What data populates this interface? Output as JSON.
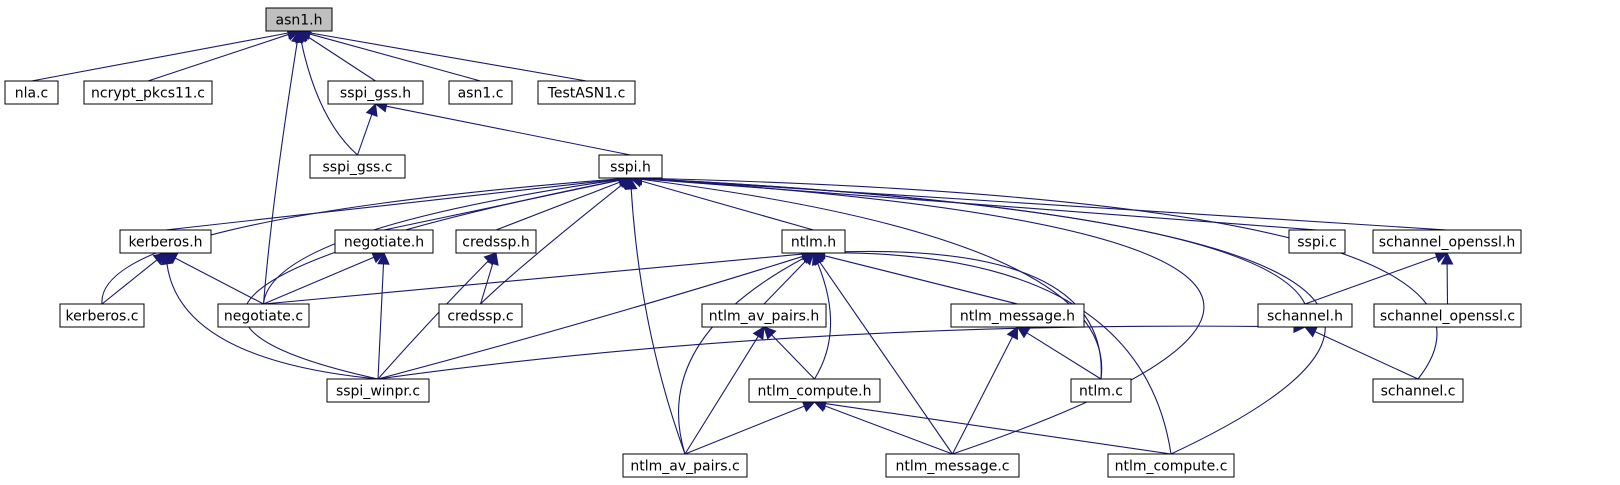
{
  "graph": {
    "nodes": [
      {
        "id": "asn1_h",
        "label": "asn1.h",
        "root": true
      },
      {
        "id": "nla_c",
        "label": "nla.c"
      },
      {
        "id": "ncrypt_c",
        "label": "ncrypt_pkcs11.c"
      },
      {
        "id": "sspi_gss_h",
        "label": "sspi_gss.h"
      },
      {
        "id": "asn1_c",
        "label": "asn1.c"
      },
      {
        "id": "testasn1_c",
        "label": "TestASN1.c"
      },
      {
        "id": "sspi_gss_c",
        "label": "sspi_gss.c"
      },
      {
        "id": "sspi_h",
        "label": "sspi.h"
      },
      {
        "id": "kerberos_h",
        "label": "kerberos.h"
      },
      {
        "id": "negotiate_h",
        "label": "negotiate.h"
      },
      {
        "id": "credssp_h",
        "label": "credssp.h"
      },
      {
        "id": "ntlm_h",
        "label": "ntlm.h"
      },
      {
        "id": "sspi_c",
        "label": "sspi.c"
      },
      {
        "id": "schannel_openssl_h",
        "label": "schannel_openssl.h"
      },
      {
        "id": "kerberos_c",
        "label": "kerberos.c"
      },
      {
        "id": "negotiate_c",
        "label": "negotiate.c"
      },
      {
        "id": "credssp_c",
        "label": "credssp.c"
      },
      {
        "id": "ntlm_av_pairs_h",
        "label": "ntlm_av_pairs.h"
      },
      {
        "id": "ntlm_message_h",
        "label": "ntlm_message.h"
      },
      {
        "id": "schannel_h",
        "label": "schannel.h"
      },
      {
        "id": "schannel_openssl_c",
        "label": "schannel_openssl.c"
      },
      {
        "id": "sspi_winpr_c",
        "label": "sspi_winpr.c"
      },
      {
        "id": "ntlm_compute_h",
        "label": "ntlm_compute.h"
      },
      {
        "id": "ntlm_c",
        "label": "ntlm.c"
      },
      {
        "id": "schannel_c",
        "label": "schannel.c"
      },
      {
        "id": "ntlm_av_pairs_c",
        "label": "ntlm_av_pairs.c"
      },
      {
        "id": "ntlm_message_c",
        "label": "ntlm_message.c"
      },
      {
        "id": "ntlm_compute_c",
        "label": "ntlm_compute.c"
      }
    ],
    "edges": [
      {
        "from": "asn1_h",
        "to": "nla_c"
      },
      {
        "from": "asn1_h",
        "to": "ncrypt_c"
      },
      {
        "from": "asn1_h",
        "to": "sspi_gss_h"
      },
      {
        "from": "asn1_h",
        "to": "asn1_c"
      },
      {
        "from": "asn1_h",
        "to": "testasn1_c"
      },
      {
        "from": "asn1_h",
        "to": "sspi_gss_c"
      },
      {
        "from": "asn1_h",
        "to": "negotiate_c"
      },
      {
        "from": "sspi_gss_h",
        "to": "sspi_gss_c"
      },
      {
        "from": "sspi_gss_h",
        "to": "sspi_h"
      },
      {
        "from": "sspi_h",
        "to": "kerberos_h"
      },
      {
        "from": "sspi_h",
        "to": "negotiate_h"
      },
      {
        "from": "sspi_h",
        "to": "credssp_h"
      },
      {
        "from": "sspi_h",
        "to": "ntlm_h"
      },
      {
        "from": "sspi_h",
        "to": "sspi_c"
      },
      {
        "from": "sspi_h",
        "to": "schannel_openssl_h"
      },
      {
        "from": "sspi_h",
        "to": "kerberos_c"
      },
      {
        "from": "sspi_h",
        "to": "negotiate_c"
      },
      {
        "from": "sspi_h",
        "to": "credssp_c"
      },
      {
        "from": "sspi_h",
        "to": "sspi_winpr_c"
      },
      {
        "from": "sspi_h",
        "to": "ntlm_av_pairs_c"
      },
      {
        "from": "sspi_h",
        "to": "ntlm_c"
      },
      {
        "from": "sspi_h",
        "to": "schannel_h"
      },
      {
        "from": "sspi_h",
        "to": "schannel_c"
      },
      {
        "from": "sspi_h",
        "to": "ntlm_message_c"
      },
      {
        "from": "sspi_h",
        "to": "ntlm_compute_c"
      },
      {
        "from": "kerberos_h",
        "to": "kerberos_c"
      },
      {
        "from": "kerberos_h",
        "to": "negotiate_c"
      },
      {
        "from": "kerberos_h",
        "to": "sspi_winpr_c"
      },
      {
        "from": "negotiate_h",
        "to": "negotiate_c"
      },
      {
        "from": "negotiate_h",
        "to": "sspi_winpr_c"
      },
      {
        "from": "credssp_h",
        "to": "credssp_c"
      },
      {
        "from": "credssp_h",
        "to": "sspi_winpr_c"
      },
      {
        "from": "ntlm_h",
        "to": "negotiate_c"
      },
      {
        "from": "ntlm_h",
        "to": "ntlm_av_pairs_h"
      },
      {
        "from": "ntlm_h",
        "to": "ntlm_message_h"
      },
      {
        "from": "ntlm_h",
        "to": "sspi_winpr_c"
      },
      {
        "from": "ntlm_h",
        "to": "ntlm_compute_h"
      },
      {
        "from": "ntlm_h",
        "to": "ntlm_c"
      },
      {
        "from": "ntlm_h",
        "to": "ntlm_av_pairs_c"
      },
      {
        "from": "ntlm_h",
        "to": "ntlm_message_c"
      },
      {
        "from": "ntlm_h",
        "to": "ntlm_compute_c"
      },
      {
        "from": "ntlm_av_pairs_h",
        "to": "ntlm_compute_h"
      },
      {
        "from": "ntlm_av_pairs_h",
        "to": "ntlm_av_pairs_c"
      },
      {
        "from": "ntlm_message_h",
        "to": "ntlm_c"
      },
      {
        "from": "ntlm_message_h",
        "to": "ntlm_message_c"
      },
      {
        "from": "schannel_openssl_h",
        "to": "schannel_h"
      },
      {
        "from": "schannel_openssl_h",
        "to": "schannel_openssl_c"
      },
      {
        "from": "schannel_h",
        "to": "sspi_winpr_c"
      },
      {
        "from": "schannel_h",
        "to": "schannel_c"
      },
      {
        "from": "ntlm_compute_h",
        "to": "ntlm_av_pairs_c"
      },
      {
        "from": "ntlm_compute_h",
        "to": "ntlm_message_c"
      },
      {
        "from": "ntlm_compute_h",
        "to": "ntlm_compute_c"
      }
    ]
  },
  "colors": {
    "edge": "#191970",
    "node_border": "#000000",
    "node_fill": "#ffffff",
    "root_fill": "#bfbfbf"
  }
}
